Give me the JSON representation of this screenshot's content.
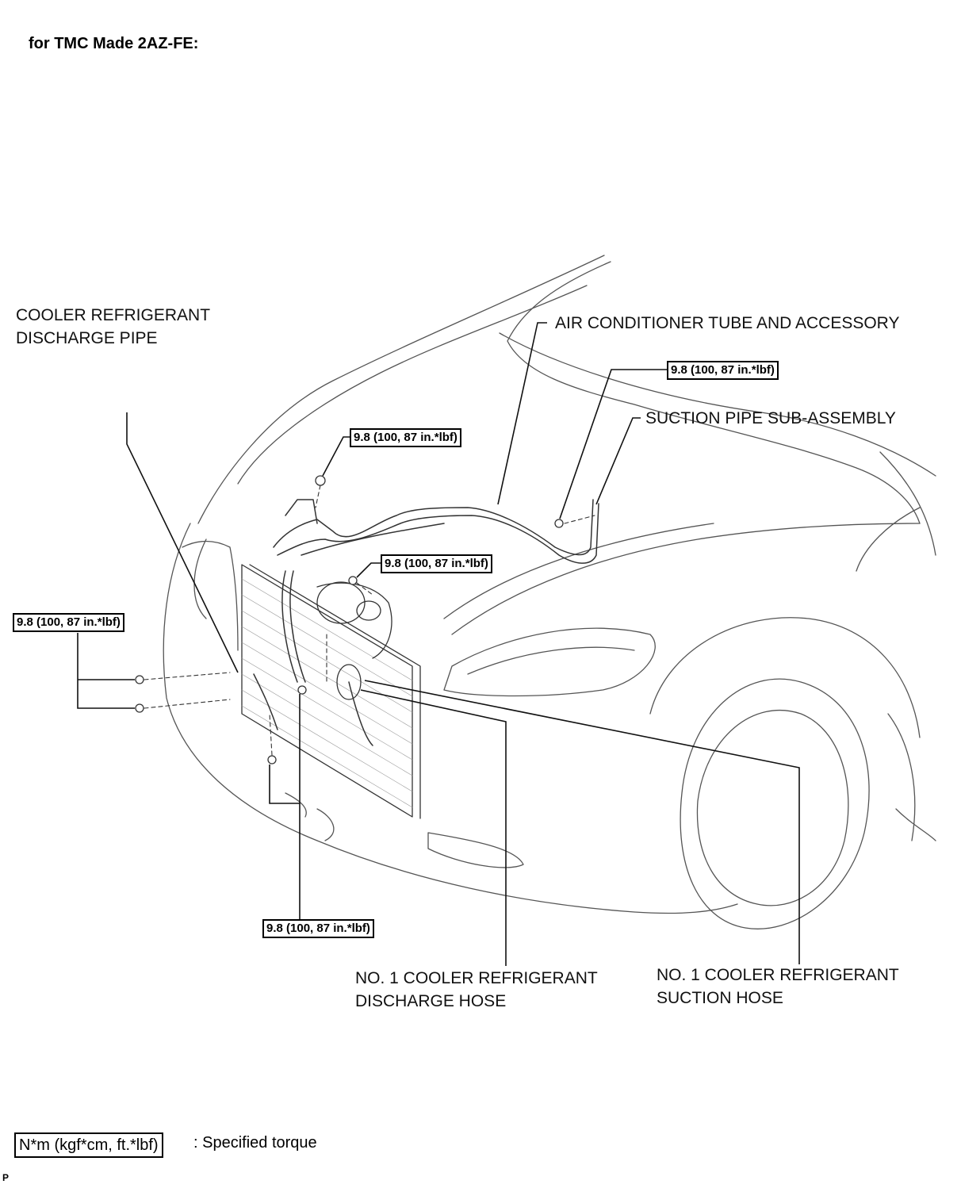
{
  "title": "for TMC Made 2AZ-FE:",
  "labels": {
    "discharge_pipe": "COOLER REFRIGERANT\nDISCHARGE PIPE",
    "ac_tube": "AIR CONDITIONER TUBE AND ACCESSORY",
    "suction_pipe": "SUCTION PIPE SUB-ASSEMBLY",
    "discharge_hose": "NO. 1 COOLER REFRIGERANT\nDISCHARGE HOSE",
    "suction_hose": "NO. 1 COOLER REFRIGERANT\nSUCTION HOSE"
  },
  "torques": {
    "t1": "9.8 (100, 87 in.*lbf)",
    "t2": "9.8 (100, 87 in.*lbf)",
    "t3": "9.8 (100, 87 in.*lbf)",
    "t4": "9.8 (100, 87 in.*lbf)",
    "t5": "9.8 (100, 87 in.*lbf)"
  },
  "legend": {
    "unit": "N*m (kgf*cm, ft.*lbf)",
    "meaning": ": Specified torque"
  },
  "figure_code": "P"
}
